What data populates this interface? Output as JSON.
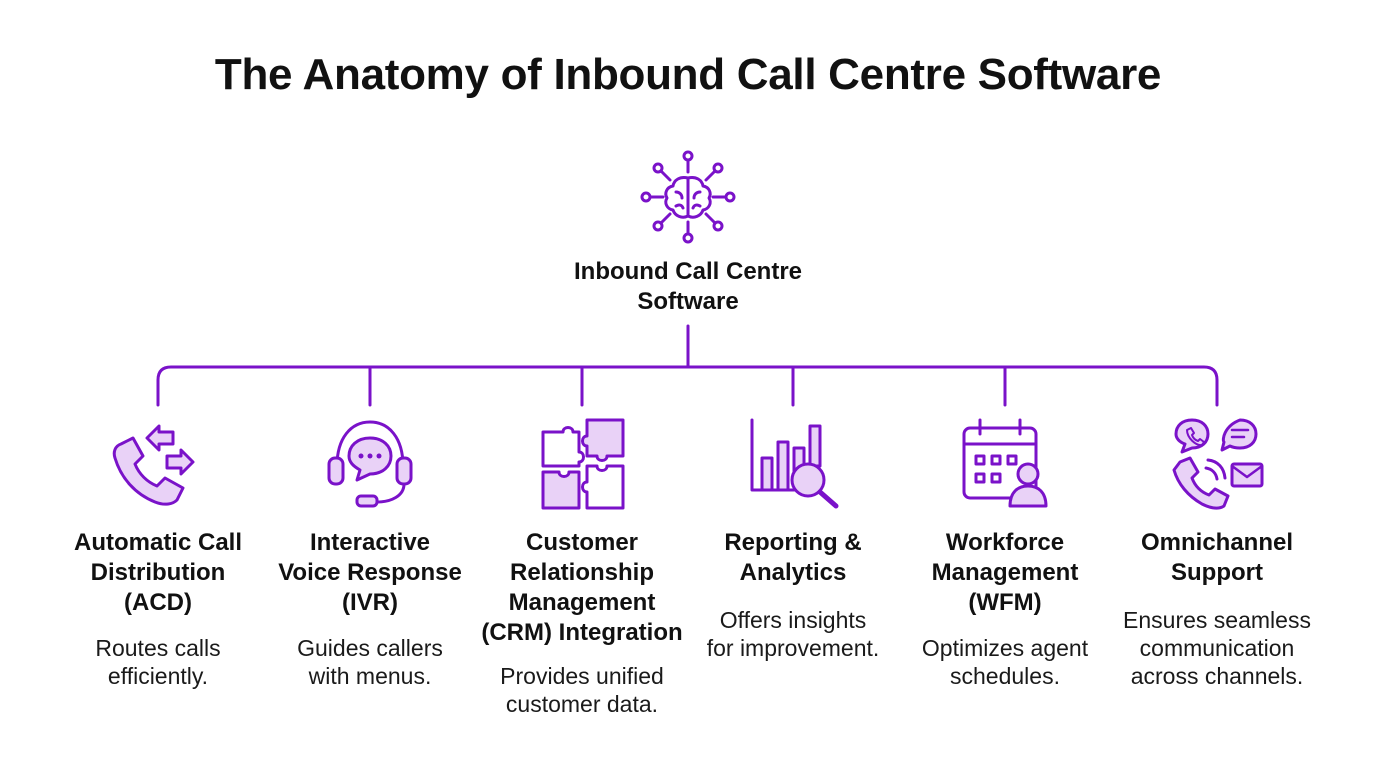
{
  "title": "The Anatomy of Inbound Call Centre Software",
  "hub": {
    "icon": "brain-network-icon",
    "label_line1": "Inbound Call Centre",
    "label_line2": "Software"
  },
  "accent_color": "#7a12c9",
  "fill_color": "#e9d2f7",
  "nodes": [
    {
      "icon": "phone-arrows-icon",
      "title": [
        "Automatic Call",
        "Distribution",
        "(ACD)"
      ],
      "desc": [
        "Routes calls",
        "efficiently."
      ]
    },
    {
      "icon": "headset-chat-icon",
      "title": [
        "Interactive",
        "Voice Response",
        "(IVR)"
      ],
      "desc": [
        "Guides callers",
        "with menus."
      ]
    },
    {
      "icon": "puzzle-icon",
      "title": [
        "Customer",
        "Relationship",
        "Management",
        "(CRM) Integration"
      ],
      "desc": [
        "Provides unified",
        "customer data."
      ]
    },
    {
      "icon": "bar-chart-magnifier-icon",
      "title": [
        "Reporting &",
        "Analytics"
      ],
      "desc": [
        "Offers insights",
        "for improvement."
      ]
    },
    {
      "icon": "calendar-person-icon",
      "title": [
        "Workforce",
        "Management",
        "(WFM)"
      ],
      "desc": [
        "Optimizes agent",
        "schedules."
      ]
    },
    {
      "icon": "omnichannel-icon",
      "title": [
        "Omnichannel",
        "Support"
      ],
      "desc": [
        "Ensures seamless",
        "communication",
        "across channels."
      ]
    }
  ]
}
